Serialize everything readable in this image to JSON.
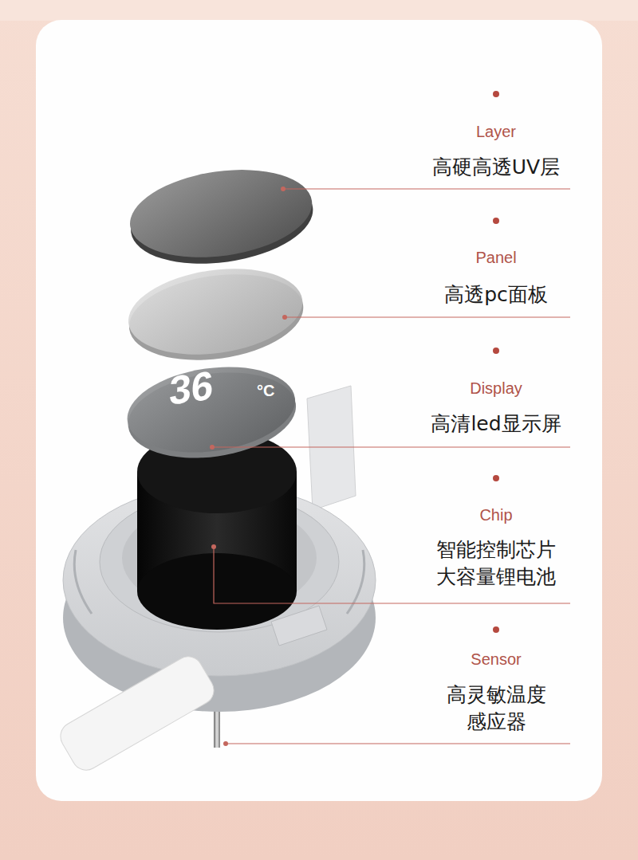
{
  "diagram": {
    "labels": [
      "Layer",
      "高硬高透UV层",
      "Panel",
      "高透pc面板",
      "Display",
      "高清led显示屏",
      "Chip",
      "智能控制芯片 大容量锂电池",
      "Sensor",
      "高灵敏温度 感应器",
      "36",
      "°C"
    ]
  }
}
